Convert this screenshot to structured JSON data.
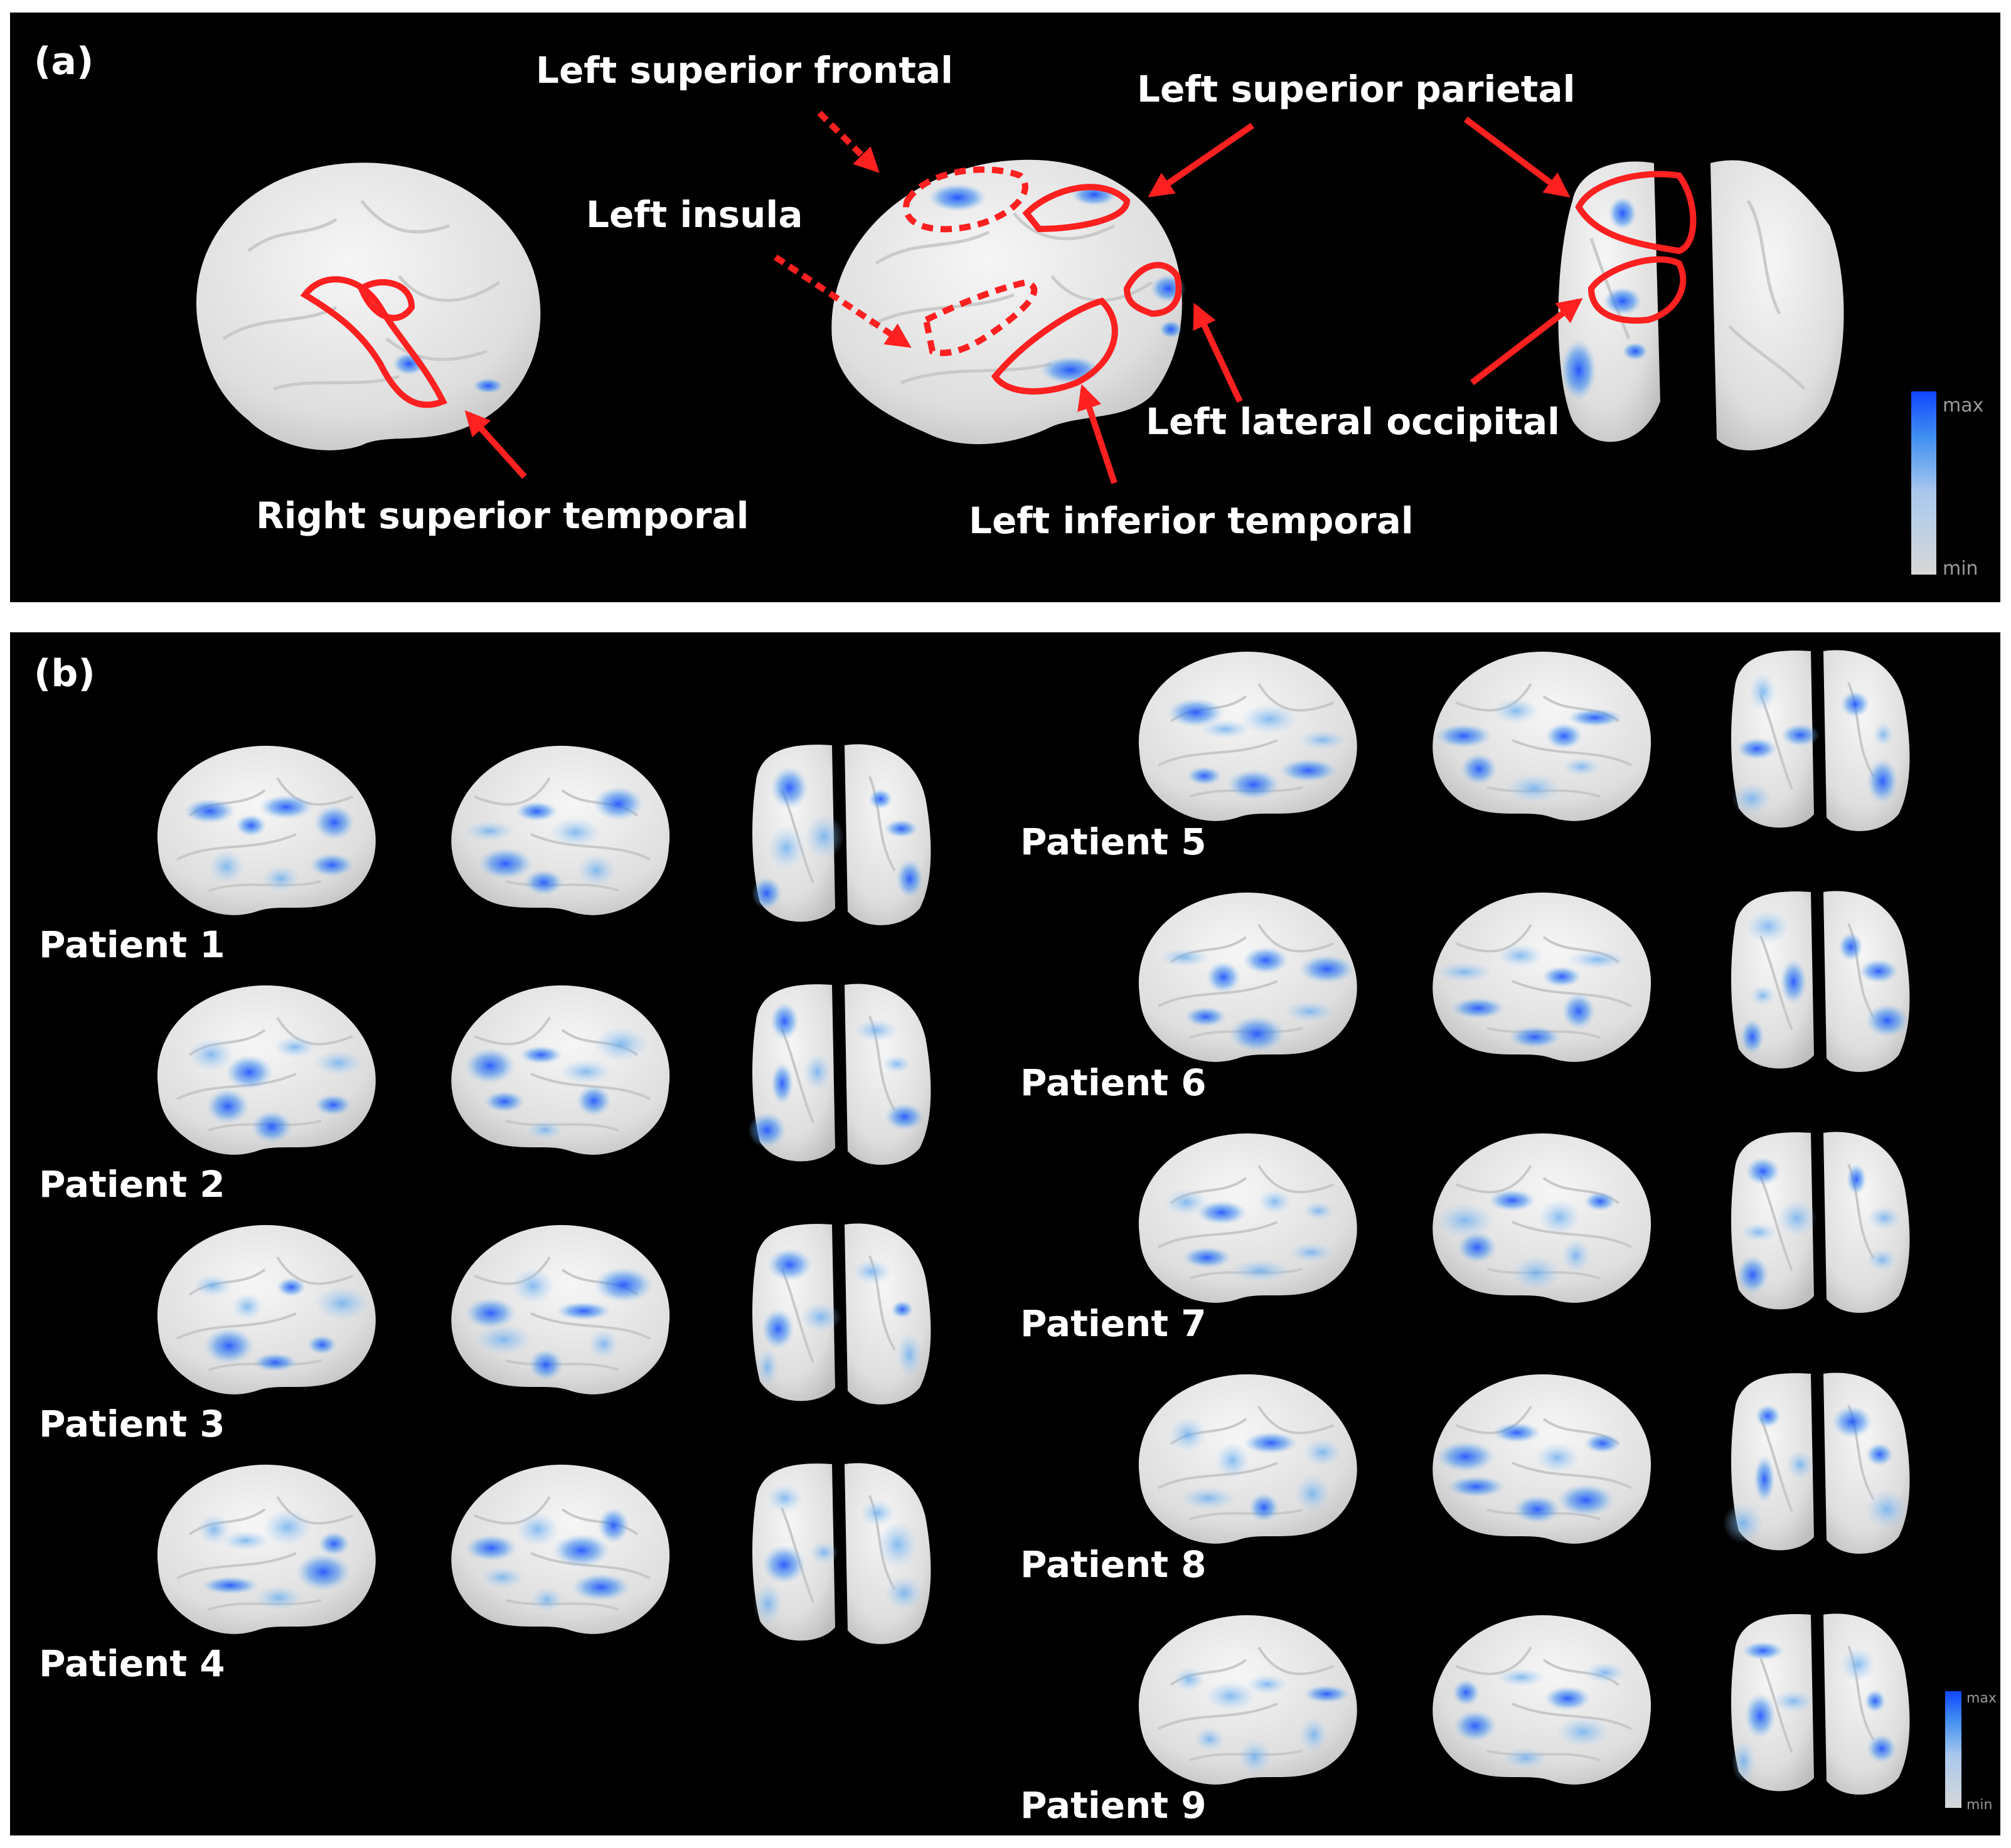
{
  "panel_a": {
    "letter": "(a)",
    "annotations": {
      "left_superior_frontal": "Left superior frontal",
      "left_superior_parietal": "Left superior parietal",
      "left_insula": "Left insula",
      "left_lateral_occipital": "Left lateral occipital",
      "right_superior_temporal": "Right superior temporal",
      "left_inferior_temporal": "Left inferior temporal"
    },
    "colorbar": {
      "max": "max",
      "min": "min"
    }
  },
  "panel_b": {
    "letter": "(b)",
    "patients": [
      "Patient 1",
      "Patient 2",
      "Patient 3",
      "Patient 4",
      "Patient 5",
      "Patient 6",
      "Patient 7",
      "Patient 8",
      "Patient 9"
    ],
    "colorbar": {
      "max": "max",
      "min": "min"
    }
  },
  "colors": {
    "background": "#000000",
    "cortex": "#e4e4e4",
    "activation_max": "#1a4fff",
    "activation_min": "#cfd6df",
    "annotation": "#ff2020"
  }
}
